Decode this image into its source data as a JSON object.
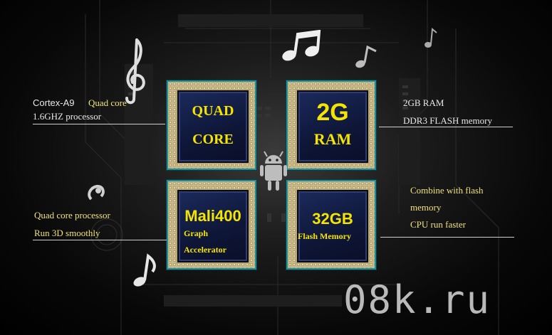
{
  "chips": {
    "cpu": {
      "line1": "QUAD",
      "line2": "CORE"
    },
    "ram": {
      "line1": "2G",
      "line2": "RAM"
    },
    "gpu": {
      "line1": "Mali400",
      "line2": "Graph",
      "line3": "Accelerator"
    },
    "flash": {
      "line1": "32GB",
      "line2": "Flash Memory"
    }
  },
  "annotations": {
    "cpu": {
      "line1_a": "Cortex-A9",
      "line1_b": "Quad core",
      "line2": "1.6GHZ processor"
    },
    "ram": {
      "line1": "2GB RAM",
      "line2": "DDR3 FLASH memory"
    },
    "gpu": {
      "line1": "Quad core processor",
      "line2": "Run 3D smoothly"
    },
    "flash": {
      "line1": "Combine with flash",
      "line2": "memory",
      "line3": "CPU run faster"
    }
  },
  "watermark": "08k.ru",
  "colors": {
    "chip_text": "#f5e400",
    "chip_border": "#1c8f9a",
    "die": "#12204a"
  },
  "icons": [
    "treble-clef-icon",
    "eighth-notes-icon",
    "eighth-note-icon",
    "android-robot-icon"
  ]
}
